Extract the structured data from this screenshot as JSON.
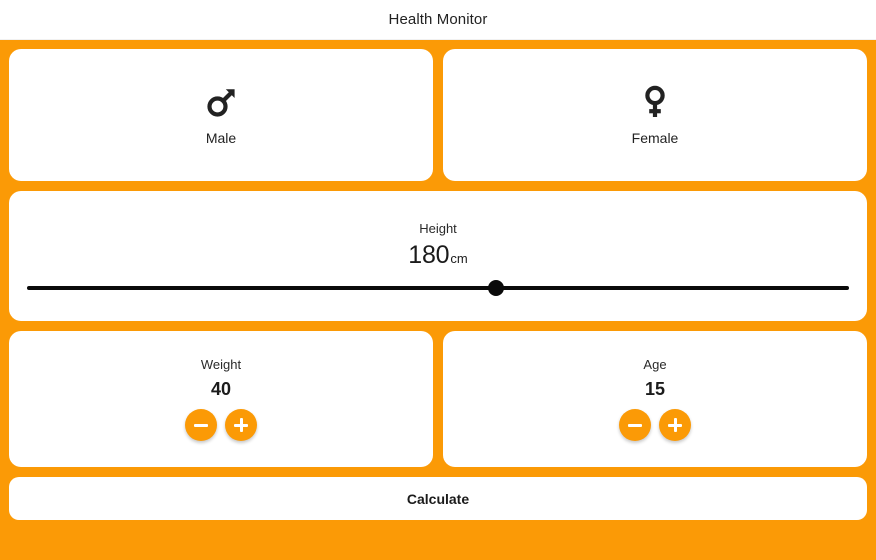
{
  "theme": {
    "background": "#FB9A06",
    "card_background": "#FFFFFF",
    "accent": "#FB9A06",
    "text": "#222222",
    "slider_color": "#0A0A0A"
  },
  "header": {
    "title": "Health Monitor"
  },
  "gender": {
    "options": [
      {
        "label": "Male",
        "icon": "mars-icon",
        "selected": false
      },
      {
        "label": "Female",
        "icon": "venus-icon",
        "selected": false
      }
    ]
  },
  "height": {
    "label": "Height",
    "value": "180",
    "unit": "cm",
    "slider": {
      "min": 0,
      "max": 100,
      "percent": 57
    }
  },
  "metrics": [
    {
      "label": "Weight",
      "value": "40",
      "decrement_icon": "minus-icon",
      "increment_icon": "plus-icon"
    },
    {
      "label": "Age",
      "value": "15",
      "decrement_icon": "minus-icon",
      "increment_icon": "plus-icon"
    }
  ],
  "action": {
    "calculate_label": "Calculate"
  }
}
